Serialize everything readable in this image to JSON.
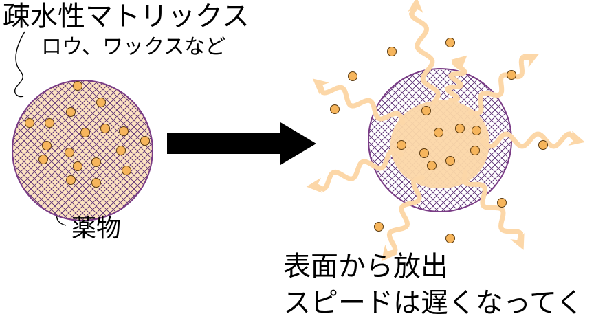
{
  "labels": {
    "matrix": "疎水性マトリックス",
    "matrix_examples": "ロウ、ワックスなど",
    "drug": "薬物",
    "release_line1": "表面から放出",
    "release_line2": "スピードは遅くなってく"
  },
  "colors": {
    "matrix_fill": "#fde3c2",
    "hatch": "#5a2d73",
    "outline": "#7a3c86",
    "particle": "#f6b55c",
    "particle_stroke": "#5a3a10",
    "release_arrow": "#fcd7a8",
    "main_arrow": "#000000"
  },
  "icons": [
    "drug-particle-icon",
    "release-wave-arrow-icon",
    "process-arrow-icon"
  ]
}
